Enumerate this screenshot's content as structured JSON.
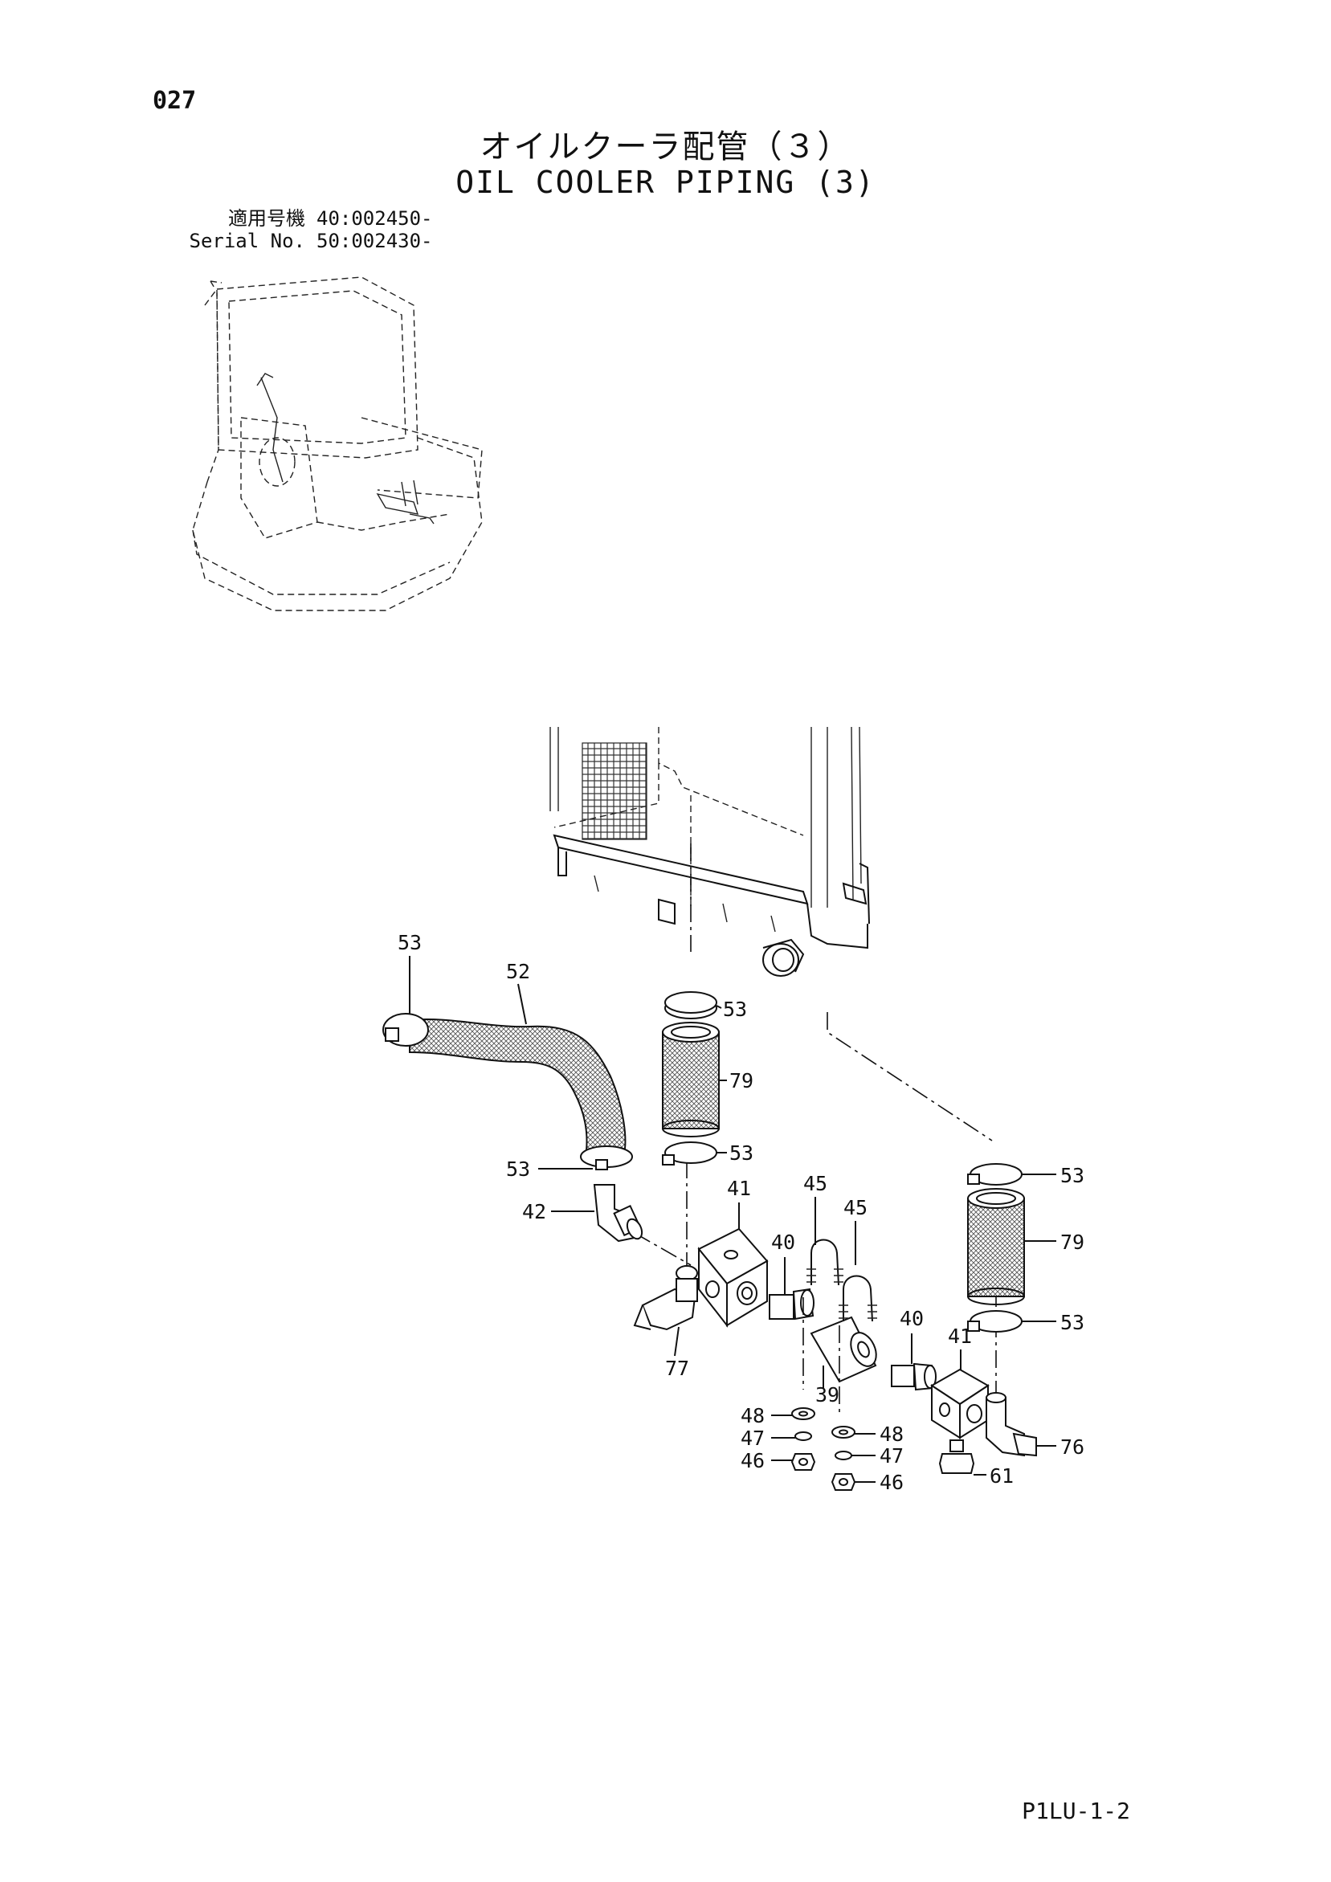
{
  "page_number": "027",
  "title_jp": "オイルクーラ配管（３）",
  "title_en": "OIL COOLER PIPING (3)",
  "serial_block": {
    "label_jp": "適用号機",
    "label_en": "Serial No.",
    "value_1": "40:002450-",
    "value_2": "50:002430-"
  },
  "doc_code": "P1LU-1-2",
  "callouts": [
    {
      "id": "c53a",
      "text": "53"
    },
    {
      "id": "c52",
      "text": "52"
    },
    {
      "id": "c53b",
      "text": "53"
    },
    {
      "id": "c79a",
      "text": "79"
    },
    {
      "id": "c53c",
      "text": "53"
    },
    {
      "id": "c53d",
      "text": "53"
    },
    {
      "id": "c42",
      "text": "42"
    },
    {
      "id": "c41a",
      "text": "41"
    },
    {
      "id": "c45a",
      "text": "45"
    },
    {
      "id": "c45b",
      "text": "45"
    },
    {
      "id": "c40a",
      "text": "40"
    },
    {
      "id": "c77",
      "text": "77"
    },
    {
      "id": "c39",
      "text": "39"
    },
    {
      "id": "c40b",
      "text": "40"
    },
    {
      "id": "c41b",
      "text": "41"
    },
    {
      "id": "c53e",
      "text": "53"
    },
    {
      "id": "c79b",
      "text": "79"
    },
    {
      "id": "c53f",
      "text": "53"
    },
    {
      "id": "c76",
      "text": "76"
    },
    {
      "id": "c61",
      "text": "61"
    },
    {
      "id": "c48a",
      "text": "48"
    },
    {
      "id": "c47a",
      "text": "47"
    },
    {
      "id": "c46a",
      "text": "46"
    },
    {
      "id": "c48b",
      "text": "48"
    },
    {
      "id": "c47b",
      "text": "47"
    },
    {
      "id": "c46b",
      "text": "46"
    }
  ]
}
